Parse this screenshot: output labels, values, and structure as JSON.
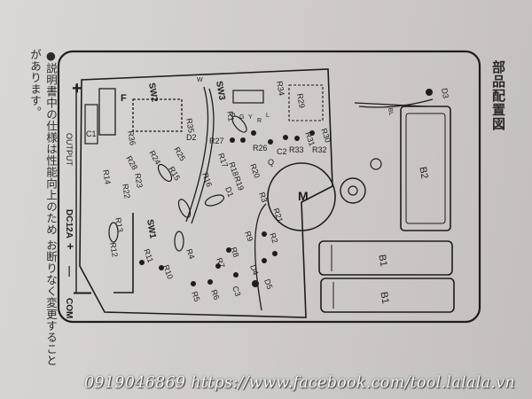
{
  "note": {
    "bullet": "●",
    "text": "説明書中の仕様は性能向上のため お断りなく変更することがあります。"
  },
  "title": "部品配置図",
  "side_labels": {
    "output": "OUTPUT",
    "dc12a": "DC12A",
    "plus": "+",
    "minus": "—",
    "com": "COM"
  },
  "labels": {
    "F": "F",
    "C1": "C1",
    "R36": "R36",
    "SW2": "SW2",
    "SW3": "SW3",
    "D2": "D2",
    "R35": "R35",
    "R34": "R34",
    "R29": "R29",
    "R1": "R1",
    "R27": "R27",
    "R26": "R26",
    "R24": "R24",
    "R25": "R25",
    "R28": "R28",
    "R22": "R22",
    "R23": "R23",
    "R14": "R14",
    "R15": "R15",
    "R16": "R16",
    "R17": "R17",
    "R18": "R18",
    "R19": "R19",
    "R20": "R20",
    "D1": "D1",
    "R3": "R3",
    "R21": "R21",
    "R2": "R2",
    "R9": "R9",
    "R8": "R8",
    "R7": "R7",
    "D4": "D4",
    "D5": "D5",
    "C3": "C3",
    "R6": "R6",
    "R5": "R5",
    "R4": "R4",
    "R10": "R10",
    "R11": "R11",
    "R12": "R12",
    "R13": "R13",
    "SW1": "SW1",
    "R30": "R30",
    "R31": "R31",
    "R32": "R32",
    "R33": "R33",
    "C2": "C2",
    "Q": "Q",
    "M": "M",
    "B1a": "B1",
    "B1b": "B1",
    "B2": "B2",
    "D3": "D3",
    "W": "W",
    "BL": "BL",
    "Y": "Y",
    "R": "R",
    "G": "G",
    "L": "L",
    "O": "O"
  },
  "watermark": "0919046869 https://www.facebook.com/tool.lalala.vn"
}
